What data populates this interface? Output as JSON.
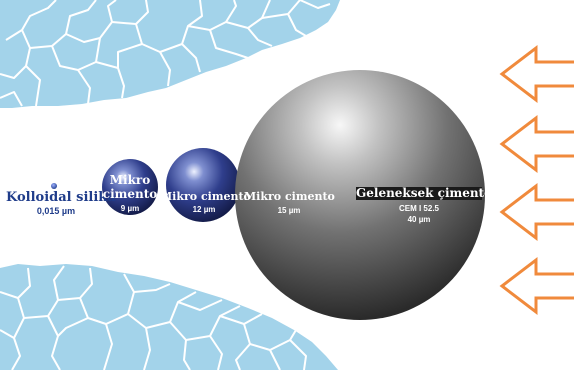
{
  "colloidal": {
    "name": "Kolloidal silika",
    "size": "0,015 µm"
  },
  "micro_cements": [
    {
      "name_line1": "Mikro",
      "name_line2": "cimento",
      "size": "9 µm"
    },
    {
      "name": "Mikro cimento",
      "size": "12 µm"
    },
    {
      "name": "Mikro cimento",
      "size": "15 µm"
    }
  ],
  "conventional": {
    "name": "Geleneksek çimento",
    "type": "CEM I 52.5",
    "size": "40 µm"
  },
  "colors": {
    "rock": "#a3d3ea",
    "rock_cracks": "#ffffff",
    "micro_sphere": "#2f3e8c",
    "big_sphere": "#6e6e6e",
    "arrow": "#f08a3c"
  },
  "icons": [
    "pressure-arrow-icon"
  ]
}
